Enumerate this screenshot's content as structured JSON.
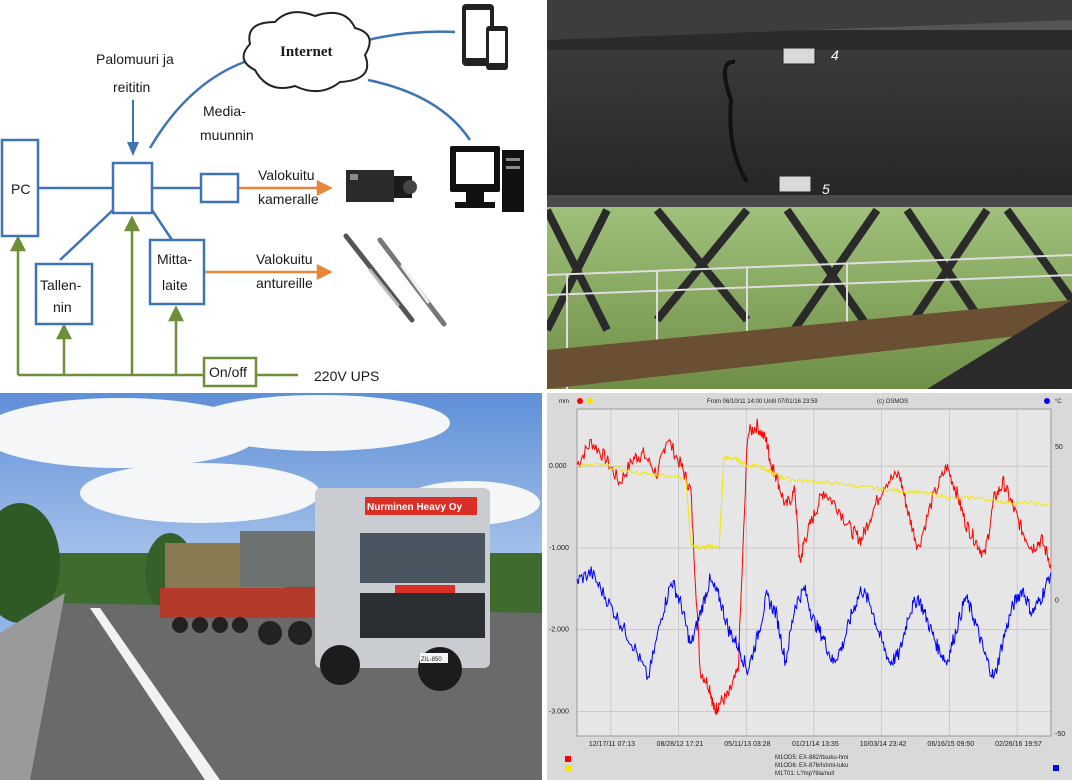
{
  "diagram": {
    "internet": "Internet",
    "firewall": [
      "Palomuuri ja",
      "reititin"
    ],
    "media": [
      "Media-",
      "muunnin"
    ],
    "fiber_camera": [
      "Valokuitu",
      "kameralle"
    ],
    "pc": "PC",
    "recorder": [
      "Tallen-",
      "nin"
    ],
    "meter": [
      "Mitta-",
      "laite"
    ],
    "fiber_sensors": [
      "Valokuitu",
      "antureille"
    ],
    "onoff": "On/off",
    "ups": "220V UPS",
    "colors": {
      "network": "#3d74b5",
      "power": "#6e8f3a",
      "fiber": "#e8873a"
    }
  },
  "bridge_photo": {
    "sensor_labels": [
      "4",
      "5"
    ]
  },
  "truck_photo": {
    "cab_text": "Nurminen Heavy Oy",
    "plate": "ZIL-850"
  },
  "chart_data": {
    "type": "line",
    "header": {
      "left_unit": "mm",
      "range": "From 06/10/11 14:00 Until 07/01/16 23:59",
      "brand": "(c) OSMOS",
      "right_unit": "°C"
    },
    "ylim": [
      -3.3,
      0.7
    ],
    "yticks_left": [
      "0.000",
      "-1.000",
      "-2.000",
      "-3.000"
    ],
    "yticks_right": [
      "50",
      "0",
      "-50"
    ],
    "xticks": [
      "12/17/11 07:13",
      "08/28/12 17:21",
      "05/11/13 03:28",
      "01/21/14 13:35",
      "10/03/14 23:42",
      "06/16/15 09:50",
      "02/26/16 19:57"
    ],
    "x_range": [
      0,
      100
    ],
    "series": [
      {
        "name": "M1OD5: EX-882/Itsuku-hmi",
        "color": "#ff0000",
        "x": [
          0,
          3,
          6,
          9,
          12,
          14,
          17,
          19,
          22,
          24,
          26,
          28,
          29,
          30,
          32,
          34,
          36,
          38,
          40,
          41,
          42,
          44,
          46,
          47,
          48,
          50,
          52,
          55,
          58,
          60,
          62,
          65,
          68,
          70,
          72,
          75,
          78,
          80,
          82,
          84,
          86,
          88,
          90,
          92,
          94,
          96,
          98,
          100
        ],
        "y": [
          0.02,
          0.3,
          0.1,
          -0.2,
          0.1,
          0.15,
          -0.1,
          0.35,
          0.0,
          -0.3,
          -2.5,
          -2.7,
          -3.0,
          -2.9,
          -2.8,
          -2.5,
          0.4,
          0.5,
          0.3,
          0.0,
          -0.1,
          -0.5,
          -0.3,
          -1.2,
          -0.9,
          -0.6,
          -0.3,
          -0.5,
          -0.8,
          -0.9,
          -0.6,
          -0.2,
          -0.1,
          -0.6,
          -1.0,
          -0.4,
          0.0,
          -0.3,
          -0.7,
          -0.9,
          -1.1,
          -0.4,
          -0.2,
          -0.5,
          -0.8,
          -1.0,
          -0.9,
          -1.2
        ]
      },
      {
        "name": "M1OD6: EX-876/Ishmi-tuku",
        "color": "#f2e600",
        "x": [
          0,
          5,
          10,
          15,
          20,
          23,
          24,
          26,
          28,
          30,
          31,
          32,
          34,
          36,
          38,
          40,
          42,
          44,
          48,
          52,
          56,
          60,
          64,
          68,
          72,
          76,
          80,
          84,
          88,
          92,
          96,
          100
        ],
        "y": [
          0.0,
          0.02,
          -0.05,
          -0.1,
          -0.12,
          -0.15,
          -0.95,
          -1.0,
          -0.98,
          -1.0,
          0.1,
          0.1,
          0.08,
          0.0,
          0.02,
          -0.05,
          -0.1,
          -0.15,
          -0.18,
          -0.2,
          -0.22,
          -0.25,
          -0.28,
          -0.3,
          -0.32,
          -0.35,
          -0.4,
          -0.38,
          -0.42,
          -0.45,
          -0.45,
          -0.48
        ]
      },
      {
        "name": "M1T01: L?mp?tila/null",
        "color": "#0000ff",
        "x": [
          0,
          3,
          6,
          9,
          12,
          15,
          18,
          20,
          22,
          24,
          26,
          28,
          30,
          32,
          34,
          36,
          38,
          40,
          42,
          44,
          46,
          48,
          50,
          52,
          54,
          56,
          58,
          60,
          62,
          64,
          66,
          68,
          70,
          72,
          74,
          76,
          78,
          80,
          82,
          84,
          86,
          88,
          90,
          92,
          94,
          96,
          98,
          100
        ],
        "y": [
          -1.4,
          -1.3,
          -1.6,
          -1.9,
          -2.2,
          -2.6,
          -1.8,
          -1.4,
          -1.7,
          -2.2,
          -1.8,
          -1.4,
          -1.6,
          -2.0,
          -2.2,
          -2.5,
          -2.1,
          -1.6,
          -1.8,
          -2.4,
          -1.7,
          -1.5,
          -1.9,
          -2.1,
          -2.4,
          -2.2,
          -1.8,
          -1.5,
          -1.7,
          -2.1,
          -2.4,
          -2.3,
          -1.8,
          -1.6,
          -1.9,
          -2.2,
          -2.4,
          -2.0,
          -1.6,
          -1.9,
          -2.3,
          -2.6,
          -2.1,
          -1.7,
          -1.5,
          -1.8,
          -1.6,
          -1.3
        ]
      }
    ]
  }
}
